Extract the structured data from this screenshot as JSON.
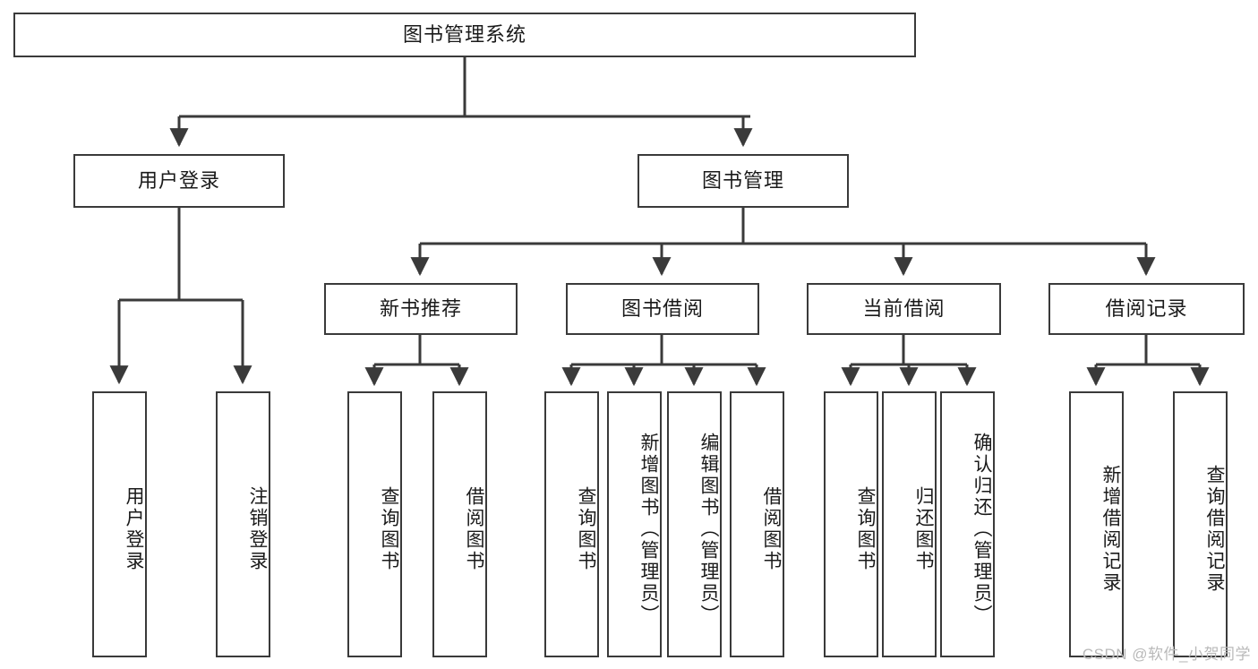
{
  "diagram": {
    "title": "图书管理系统",
    "type": "tree-hierarchy-diagram",
    "root": {
      "label": "图书管理系统"
    },
    "level2": [
      {
        "label": "用户登录"
      },
      {
        "label": "图书管理"
      }
    ],
    "level3": [
      {
        "label": "新书推荐"
      },
      {
        "label": "图书借阅"
      },
      {
        "label": "当前借阅"
      },
      {
        "label": "借阅记录"
      }
    ],
    "leaves": {
      "user_login": [
        {
          "label": "用户登录"
        },
        {
          "label": "注销登录"
        }
      ],
      "new_book_recommend": [
        {
          "label": "查询图书"
        },
        {
          "label": "借阅图书"
        }
      ],
      "book_borrow": [
        {
          "label": "查询图书"
        },
        {
          "label": "新增图书（管理员）"
        },
        {
          "label": "编辑图书（管理员）"
        },
        {
          "label": "借阅图书"
        }
      ],
      "current_borrow": [
        {
          "label": "查询图书"
        },
        {
          "label": "归还图书"
        },
        {
          "label": "确认归还（管理员）"
        }
      ],
      "borrow_record": [
        {
          "label": "新增借阅记录"
        },
        {
          "label": "查询借阅记录"
        }
      ]
    }
  },
  "watermark": {
    "text": "CSDN @软件_小贺同学"
  },
  "colors": {
    "stroke": "#3a3a3a",
    "box_fill": "#ffffff",
    "text": "#1a1a1a",
    "watermark": "#b9b9b9",
    "background": "#ffffff"
  }
}
